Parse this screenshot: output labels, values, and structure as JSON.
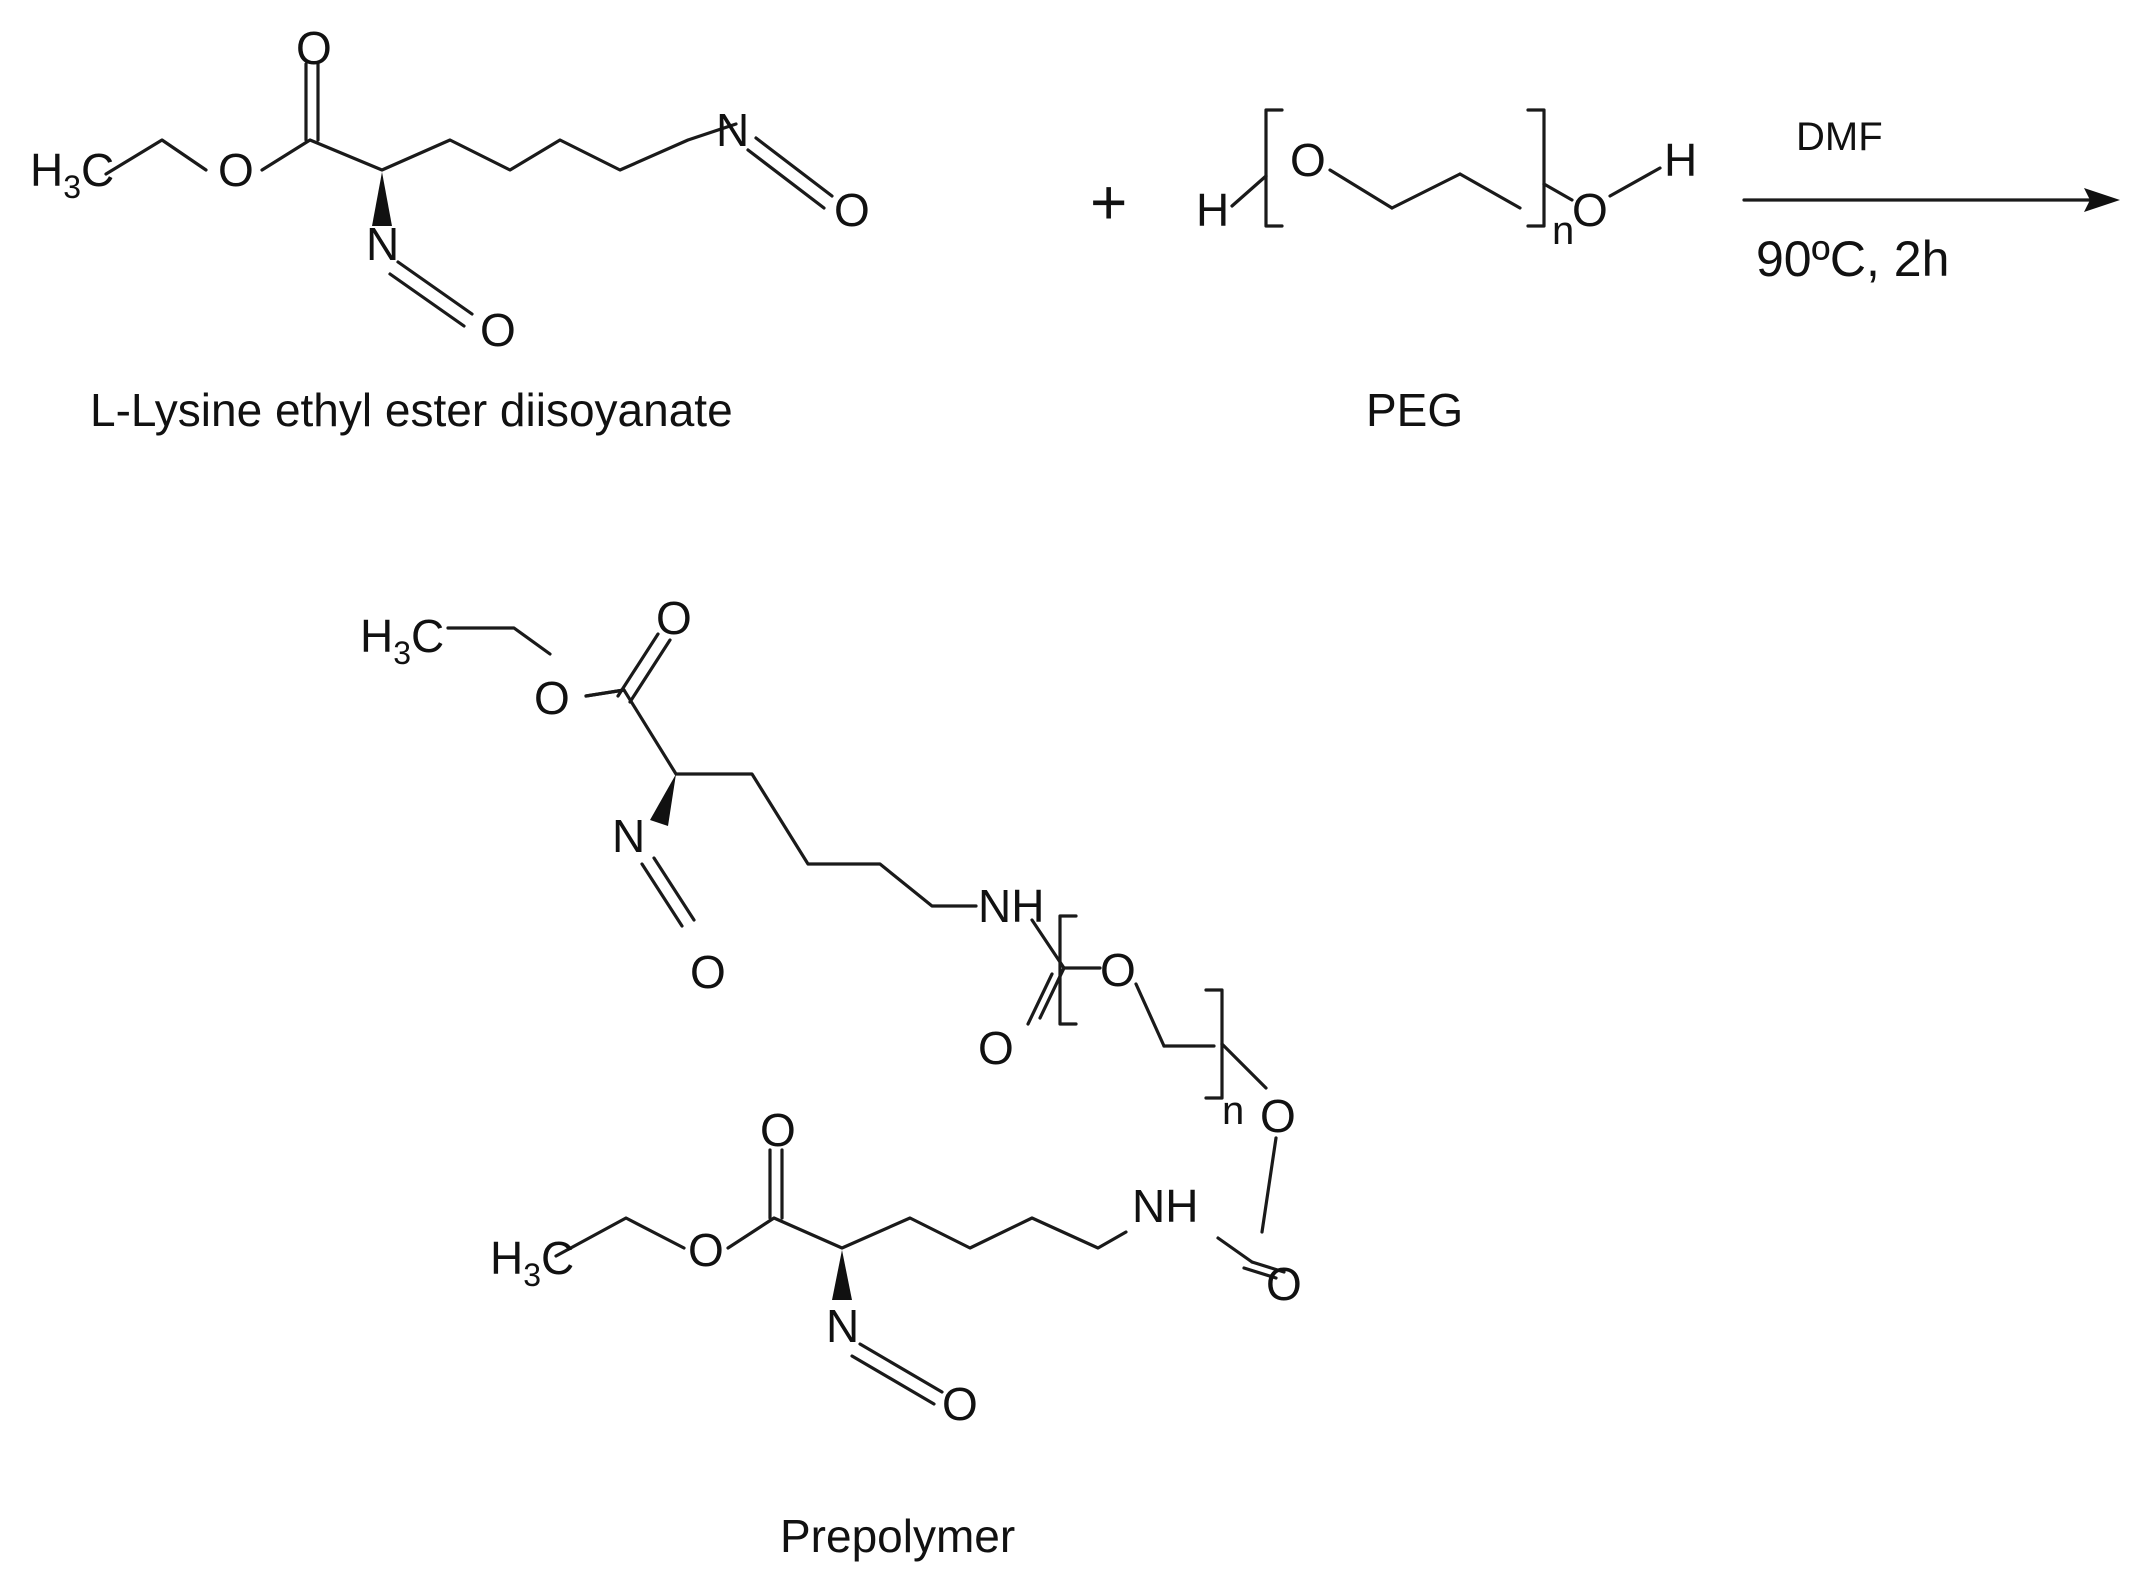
{
  "reactants": {
    "lysine": {
      "caption": "L-Lysine ethyl ester diisoyanate",
      "atoms": {
        "methyl_h": "H",
        "methyl_sub": "3",
        "methyl_c": "C",
        "o1": "O",
        "o2": "O",
        "n1": "N",
        "n2": "N",
        "o3": "O",
        "o4": "O"
      }
    },
    "plus": "+",
    "peg": {
      "caption": "PEG",
      "atoms": {
        "h_left": "H",
        "o1": "O",
        "n": "n",
        "o2": "O",
        "h_right": "H"
      }
    }
  },
  "conditions": {
    "solvent": "DMF",
    "temp_time": "90ºC, 2h"
  },
  "product": {
    "caption": "Prepolymer",
    "top": {
      "methyl_h": "H",
      "methyl_sub": "3",
      "methyl_c": "C",
      "o_carbonyl": "O",
      "o_ester": "O",
      "n": "N",
      "o_nco": "O",
      "nh": "NH"
    },
    "peg": {
      "o1": "O",
      "o_carbonyl": "O",
      "n": "n",
      "o2": "O"
    },
    "bottom": {
      "methyl_h": "H",
      "methyl_sub": "3",
      "methyl_c": "C",
      "o_carbonyl": "O",
      "o_ester": "O",
      "n": "N",
      "o_nco": "O",
      "nh": "NH",
      "o_carbonyl2": "O"
    }
  },
  "colors": {
    "ink": "#111111",
    "background": "#ffffff"
  }
}
